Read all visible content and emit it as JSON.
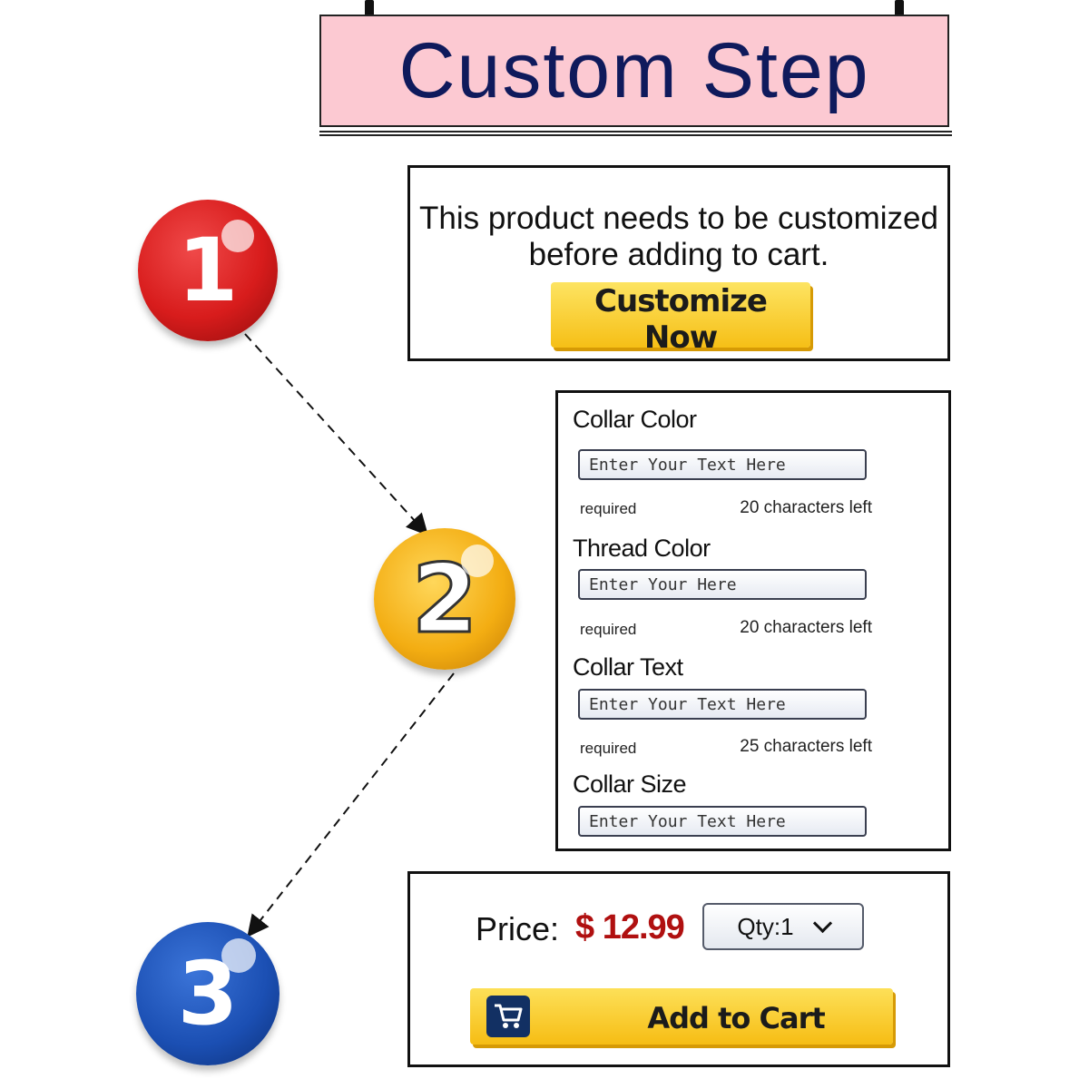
{
  "banner": {
    "title": "Custom Step"
  },
  "steps": [
    {
      "number": "1",
      "color": "#d81c1c"
    },
    {
      "number": "2",
      "color": "#f3ad12"
    },
    {
      "number": "3",
      "color": "#1b4fb3"
    }
  ],
  "step1": {
    "message": "This product needs to be customized before adding to cart.",
    "button_label": "Customize Now"
  },
  "step2": {
    "fields": [
      {
        "label": "Collar Color",
        "placeholder": "Enter Your Text Here",
        "required": "required",
        "counter": "20 characters left"
      },
      {
        "label": "Thread Color",
        "placeholder": "Enter Your Here",
        "required": "required",
        "counter": "20 characters left"
      },
      {
        "label": "Collar Text",
        "placeholder": "Enter Your Text Here",
        "required": "required",
        "counter": "25 characters left"
      },
      {
        "label": "Collar Size",
        "placeholder": "Enter Your Text Here"
      }
    ]
  },
  "step3": {
    "price_label": "Price:",
    "price_value": "$ 12.99",
    "qty_label": "Qty:1",
    "cart_button_label": "Add to Cart",
    "cart_icon": "cart-icon"
  },
  "colors": {
    "banner_bg": "#fcc9d2",
    "title": "#0f1a5c",
    "button_yellow": "#f6bf16",
    "price_red": "#b01010"
  }
}
